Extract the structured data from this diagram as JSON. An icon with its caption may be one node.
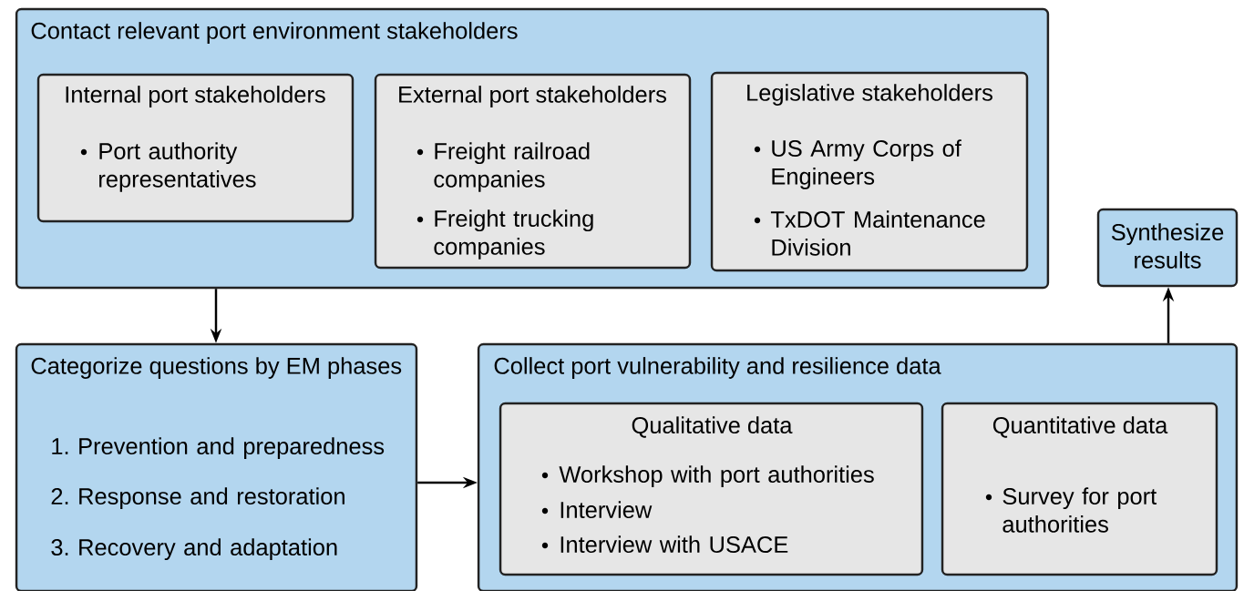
{
  "diagram": {
    "nodes": [
      {
        "text": [
          "Contact relevant port environment stakeholders"
        ]
      },
      {
        "text": [
          "Internal port stakeholders",
          "Port authority representatives"
        ],
        "in": 0
      },
      {
        "text": [
          "External port stakeholders",
          "Freight railroad companies",
          "Freight trucking companies"
        ],
        "in": 0
      },
      {
        "text": [
          "Legislative stakeholders",
          "US Army Corps of Engineers",
          "TxDOT Maintenance Division"
        ],
        "in": 0
      },
      {
        "text": [
          "Synthesize results"
        ]
      },
      {
        "text": [
          "Categorize questions by EM phases",
          "1. Prevention and preparedness",
          "2. Response and restoration",
          "3. Recovery and adaptation"
        ]
      },
      {
        "text": [
          "Collect port vulnerability and resilience data"
        ]
      },
      {
        "text": [
          "Qualitative data",
          "Workshop with port authorities",
          "Interview",
          "Interview with USACE"
        ],
        "in": 6
      },
      {
        "text": [
          "Quantitative data",
          "Survey for port authorities"
        ],
        "in": 6
      }
    ],
    "edges": [
      {
        "from": 0,
        "to": 5,
        "arrow": "to"
      },
      {
        "from": 5,
        "to": 6,
        "arrow": "to"
      },
      {
        "from": 6,
        "to": 4,
        "arrow": "to"
      }
    ]
  }
}
